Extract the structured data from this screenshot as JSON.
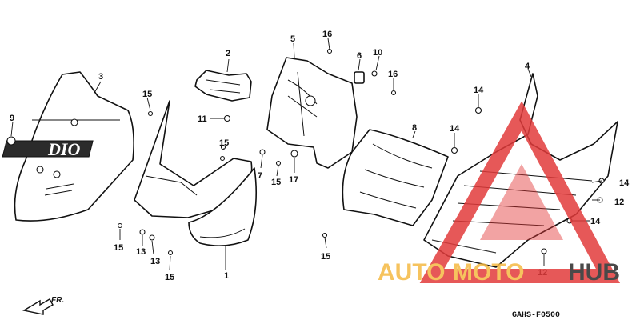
{
  "diagram": {
    "callouts": {
      "p1": "1",
      "p2": "2",
      "p3": "3",
      "p4": "4",
      "p5": "5",
      "p6": "6",
      "p7": "7",
      "p8": "8",
      "p9": "9",
      "p10": "10",
      "p11": "11",
      "p12a": "12",
      "p12b": "12",
      "p13a": "13",
      "p13b": "13",
      "p14a": "14",
      "p14b": "14",
      "p14c": "14",
      "p14d": "14",
      "p15a": "15",
      "p15b": "15",
      "p15c": "15",
      "p15d": "15",
      "p15e": "15",
      "p15f": "15",
      "p16a": "16",
      "p16b": "16",
      "p17": "17"
    },
    "decal_text": "DIO",
    "direction_label": "FR.",
    "figure_code": "GAHS-F0500"
  },
  "watermark": {
    "text_orange": "AUTO",
    "text_orange2": "MOTO",
    "text_dark": "HUB",
    "colors": {
      "orange": "#f5b942",
      "red": "#e23b3b",
      "dark": "#2a2a2a"
    }
  }
}
